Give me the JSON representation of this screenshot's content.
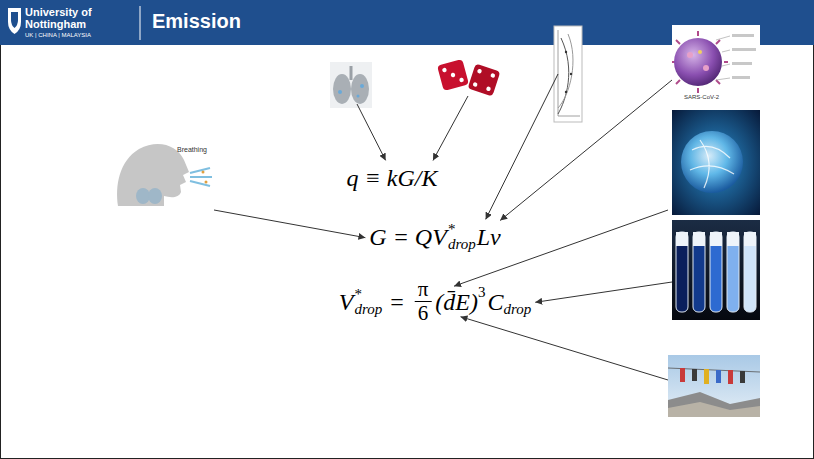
{
  "diagram": {
    "title": "Emission",
    "labels": [
      "University of Nottingham",
      "UK | CHINA | MALAYSIA",
      "Breathing",
      "SARS-CoV-2",
      "q ≡ kG/K",
      "G = QV",
      "*",
      "drop",
      "Lv",
      "V",
      "*",
      "drop",
      "=",
      "π",
      "6",
      "(d̄E)",
      "3",
      "C",
      "drop"
    ]
  }
}
